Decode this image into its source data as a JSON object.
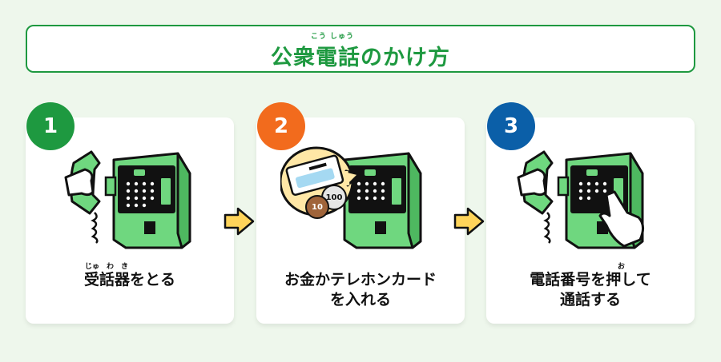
{
  "header": {
    "ruby": "こう しゅう",
    "title": "公衆電話のかけ方"
  },
  "colors": {
    "accent": "#1e9940",
    "step1": "#1e9940",
    "step2": "#f26b1d",
    "step3": "#0b5fa8",
    "arrow": "#ffd45a",
    "phone": "#6fd77f"
  },
  "steps": [
    {
      "number": "1",
      "ruby": "じゅ　わ　き",
      "line1": "受話器をとる",
      "line2": ""
    },
    {
      "number": "2",
      "ruby": "",
      "line1": "お金かテレホンカード",
      "line2": "を入れる"
    },
    {
      "number": "3",
      "ruby": "お",
      "line1": "電話番号を押して",
      "line2": "通話する"
    }
  ],
  "coins": {
    "coin1": "100",
    "coin2": "10"
  }
}
